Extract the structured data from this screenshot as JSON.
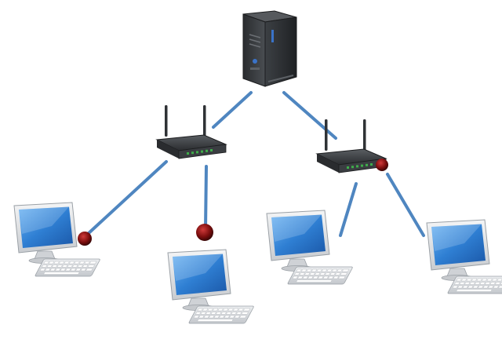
{
  "diagram": {
    "nodes": [
      {
        "id": "server",
        "kind": "tower-server"
      },
      {
        "id": "router-left",
        "kind": "wireless-router"
      },
      {
        "id": "router-right",
        "kind": "wireless-router"
      },
      {
        "id": "pc-1",
        "kind": "desktop-computer"
      },
      {
        "id": "pc-2",
        "kind": "desktop-computer"
      },
      {
        "id": "pc-3",
        "kind": "desktop-computer"
      },
      {
        "id": "pc-4",
        "kind": "desktop-computer"
      }
    ],
    "links": [
      {
        "from": "server",
        "to": "router-left"
      },
      {
        "from": "server",
        "to": "router-right"
      },
      {
        "from": "router-left",
        "to": "pc-1"
      },
      {
        "from": "router-left",
        "to": "pc-2"
      },
      {
        "from": "router-right",
        "to": "pc-3"
      },
      {
        "from": "router-right",
        "to": "pc-4"
      }
    ]
  },
  "colors": {
    "link": "#4f86c0",
    "device_body": "#2f3235",
    "router_leds": "#3fae4a",
    "connector": "#8a1010",
    "screen": "#2f7fd3",
    "keyboard": "#dcdfe3"
  }
}
